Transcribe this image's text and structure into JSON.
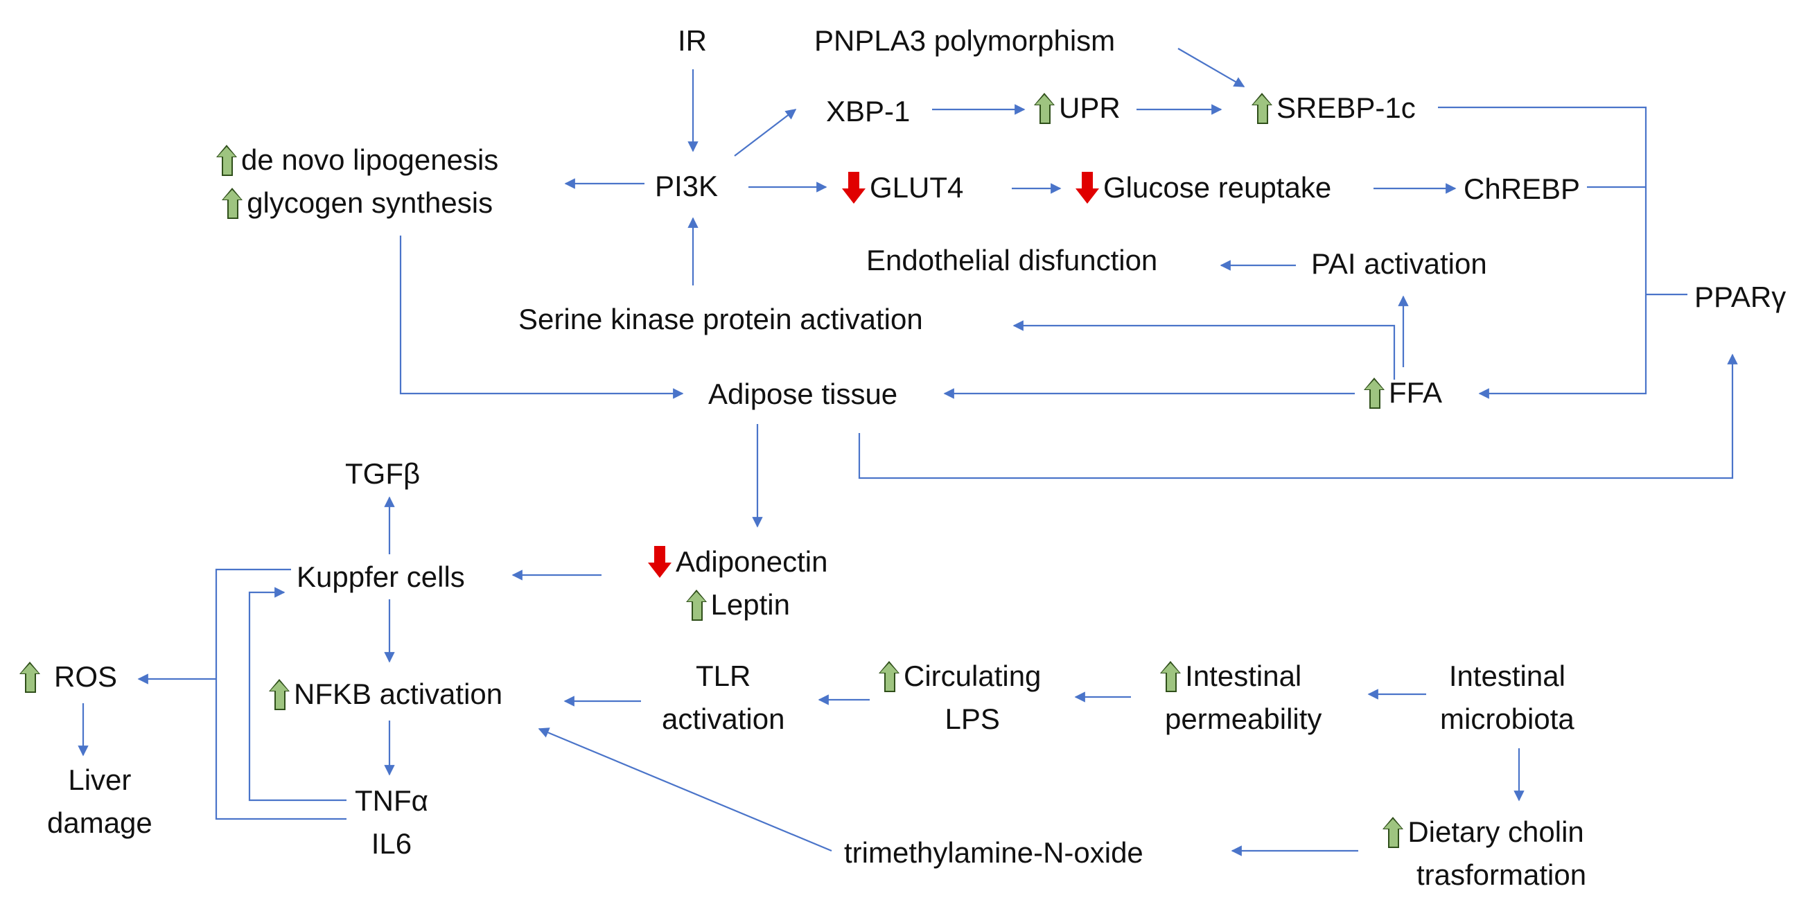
{
  "nodes": {
    "ir": "IR",
    "pnpla3": "PNPLA3 polymorphism",
    "xbp1": "XBP-1",
    "upr": "UPR",
    "srebp": "SREBP-1c",
    "de_novo": "de novo lipogenesis",
    "glycogen": "glycogen synthesis",
    "pi3k": "PI3K",
    "glut4": "GLUT4",
    "glucose": "Glucose reuptake",
    "chrebp": "ChREBP",
    "endothelial": "Endothelial disfunction",
    "pai": "PAI activation",
    "serine": "Serine kinase protein activation",
    "ppar": "PPARγ",
    "adipose": "Adipose tissue",
    "ffa": "FFA",
    "tgfb": "TGFβ",
    "kupffer": "Kuppfer cells",
    "adiponectin": "Adiponectin",
    "leptin": "Leptin",
    "ros": "ROS",
    "nfkb": "NFKB activation",
    "tlr_1": "TLR",
    "tlr_2": "activation",
    "lps_1": "Circulating",
    "lps_2": "LPS",
    "perm_1": "Intestinal",
    "perm_2": "permeability",
    "micro_1": "Intestinal",
    "micro_2": "microbiota",
    "liver_1": "Liver",
    "liver_2": "damage",
    "tnf": "TNFα",
    "il6": "IL6",
    "tmao": "trimethylamine-N-oxide",
    "cholin_1": "Dietary cholin",
    "cholin_2": "trasformation"
  },
  "indicators": {
    "up": "up-arrow-icon",
    "down": "down-arrow-icon",
    "up_color": "#9ec480",
    "down_color": "#e00000"
  },
  "colors": {
    "arrow": "#4a74c9",
    "text": "#111111"
  }
}
